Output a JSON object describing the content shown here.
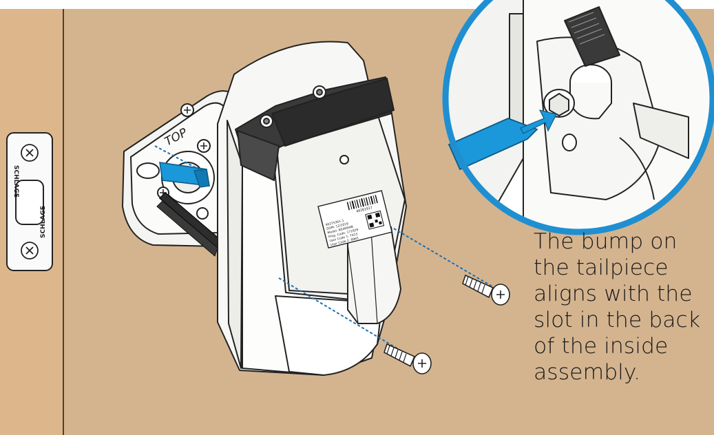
{
  "caption": {
    "lines": [
      "The bump on",
      "the tailpiece",
      "aligns with the",
      "slot in the back",
      "of the inside",
      "assembly."
    ]
  },
  "labels": {
    "top_marking": "TOP",
    "strike_upper": "SCHLAGE",
    "strike_lower": "SCHLAGE",
    "label_lines": [
      "40275361-1",
      "DOM: 12/2019",
      "Model: BE489WB",
      "Prog. Code: 171829",
      "User Code 1: 7423",
      "User Code 2: 8965"
    ],
    "barcode_number": "40281917"
  },
  "colors": {
    "wall": "#d4b48f",
    "wood": "#ddb78b",
    "blue": "#1b98d9",
    "ring": "#1f8fd1",
    "outline": "#222222",
    "metal": "#f6f6f4",
    "dark": "#2d2d2d"
  }
}
